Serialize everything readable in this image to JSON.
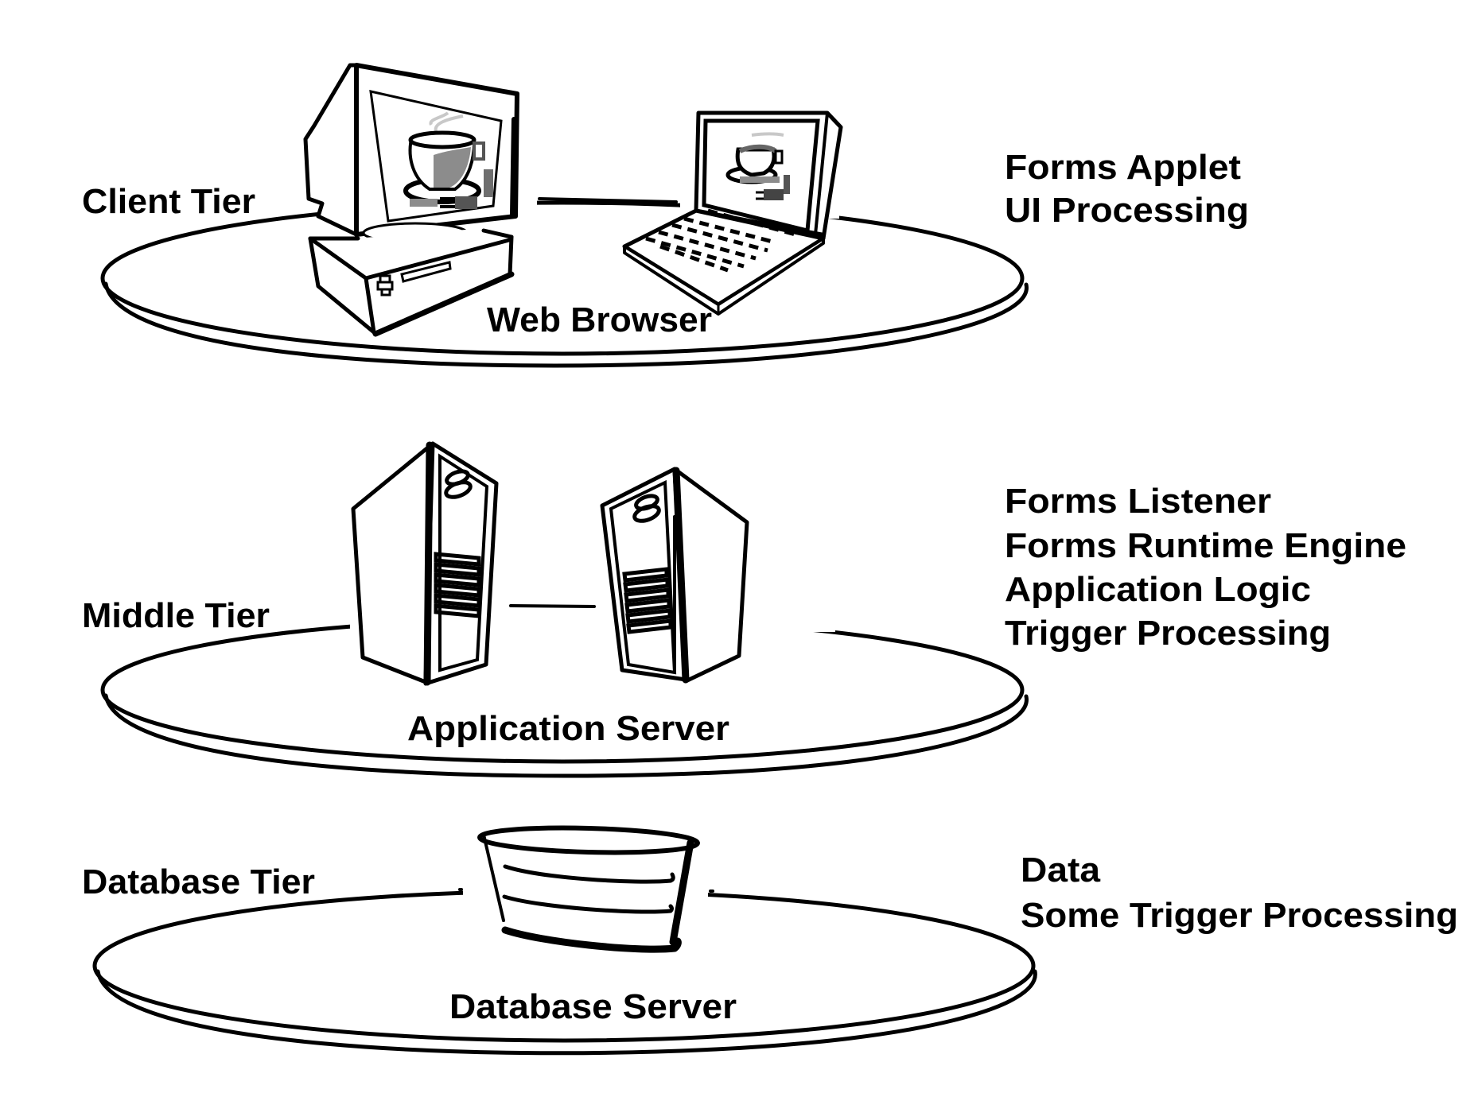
{
  "diagram": {
    "title": "Three-tier Forms architecture",
    "colors": {
      "ink": "#000000",
      "background": "#ffffff",
      "gray_fill": "#8c8c8c",
      "light_gray": "#b5b5b5"
    },
    "tiers": [
      {
        "name": "Client Tier",
        "platform_label": "Web Browser",
        "devices": [
          "desktop-computer",
          "laptop-computer"
        ],
        "responsibilities": [
          "Forms Applet",
          "UI Processing"
        ]
      },
      {
        "name": "Middle Tier",
        "platform_label": "Application Server",
        "devices": [
          "server-tower",
          "server-tower"
        ],
        "responsibilities": [
          "Forms Listener",
          "Forms Runtime Engine",
          "Application Logic",
          "Trigger Processing"
        ]
      },
      {
        "name": "Database Tier",
        "platform_label": "Database Server",
        "devices": [
          "database-cylinder"
        ],
        "responsibilities": [
          "Data",
          "Some Trigger Processing"
        ]
      }
    ]
  }
}
